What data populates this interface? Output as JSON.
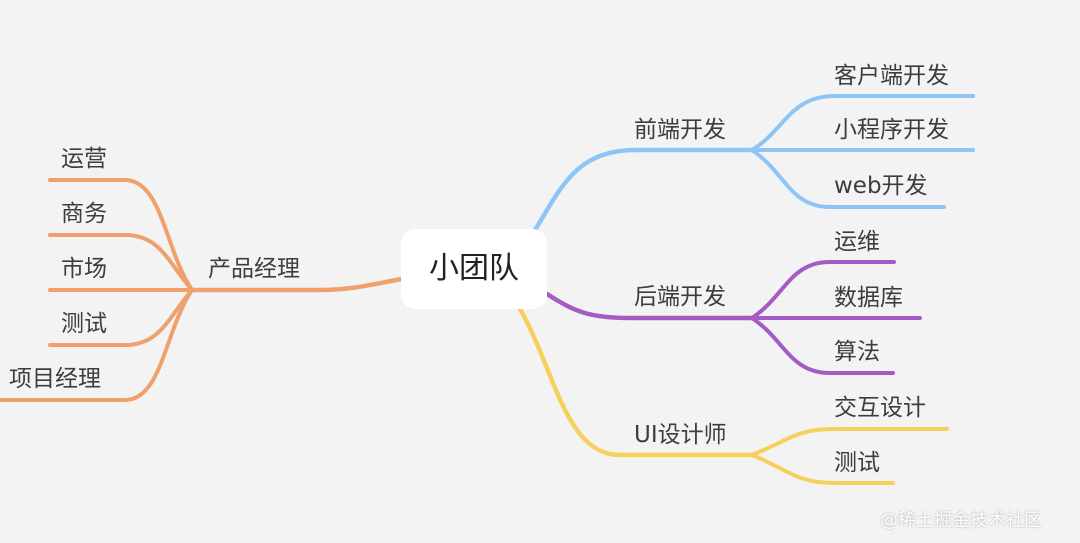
{
  "root": "小团队",
  "branches": {
    "frontend": {
      "label": "前端开发",
      "color": "#8ec5f5",
      "children": [
        "客户端开发",
        "小程序开发",
        "web开发"
      ]
    },
    "backend": {
      "label": "后端开发",
      "color": "#a45cc4",
      "children": [
        "运维",
        "数据库",
        "算法"
      ]
    },
    "ui": {
      "label": "UI设计师",
      "color": "#f6d05d",
      "children": [
        "交互设计",
        "测试"
      ]
    },
    "product": {
      "label": "产品经理",
      "color": "#f0a06c",
      "children": [
        "运营",
        "商务",
        "市场",
        "测试",
        "项目经理"
      ]
    }
  },
  "watermark": "@稀土掘金技术社区"
}
